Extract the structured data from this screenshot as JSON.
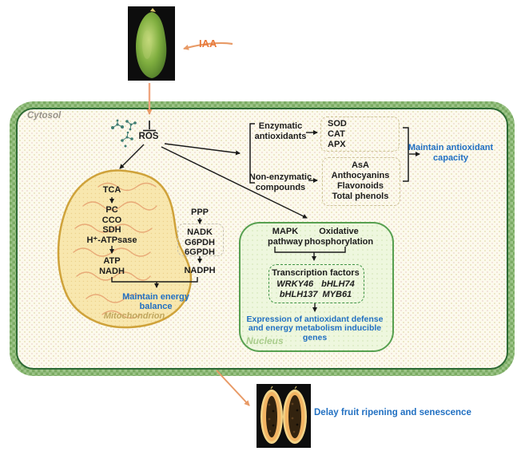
{
  "figure": {
    "iaa_label": "IAA",
    "cytosol_label": "Cytosol",
    "ros_label": "ROS",
    "mitochondrion": {
      "label": "Mitochondrion",
      "entry": "TCA",
      "enzymes": [
        "PC",
        "CCO",
        "SDH",
        "H⁺-ATPsase"
      ],
      "products": [
        "ATP",
        "NADH"
      ],
      "outcome": "Maintain energy balance"
    },
    "ppp": {
      "title": "PPP",
      "enzymes": [
        "NADK",
        "G6PDH",
        "6GPDH"
      ],
      "product": "NADPH"
    },
    "antioxidants": {
      "enzymatic_label": "Enzymatic antioxidants",
      "enzymatic_items": [
        "SOD",
        "CAT",
        "APX"
      ],
      "nonenzymatic_label": "Non-enzymatic compounds",
      "nonenzymatic_items": [
        "AsA",
        "Anthocyanins",
        "Flavonoids",
        "Total phenols"
      ],
      "outcome": "Maintain antioxidant capacity"
    },
    "nucleus": {
      "label": "Nucleus",
      "mapk": "MAPK pathway",
      "oxphos": "Oxidative phosphorylation",
      "tf_title": "Transcription factors",
      "tf_row1": [
        "WRKY46",
        "bHLH74"
      ],
      "tf_row2": [
        "bHLH137",
        "MYB61"
      ],
      "outcome_lines": [
        "Expression of antioxidant defense",
        "and energy metabolism inducible",
        "genes"
      ]
    },
    "bottom_outcome": "Delay fruit ripening and senescence"
  },
  "colors": {
    "outcome_text_blue": "#2170c2",
    "iaa_orange": "#e8793a",
    "arrow_orange": "#e89a66",
    "cell_border_green": "#7bab63",
    "cell_inner_line": "#2d6a34",
    "nucleus_fill": "#eef7de",
    "nucleus_border": "#57a050",
    "mitochondrion_fill": "#f8e7ae",
    "mitochondrion_border": "#cfa23a",
    "cytosol_fill": "#fcfaed"
  }
}
